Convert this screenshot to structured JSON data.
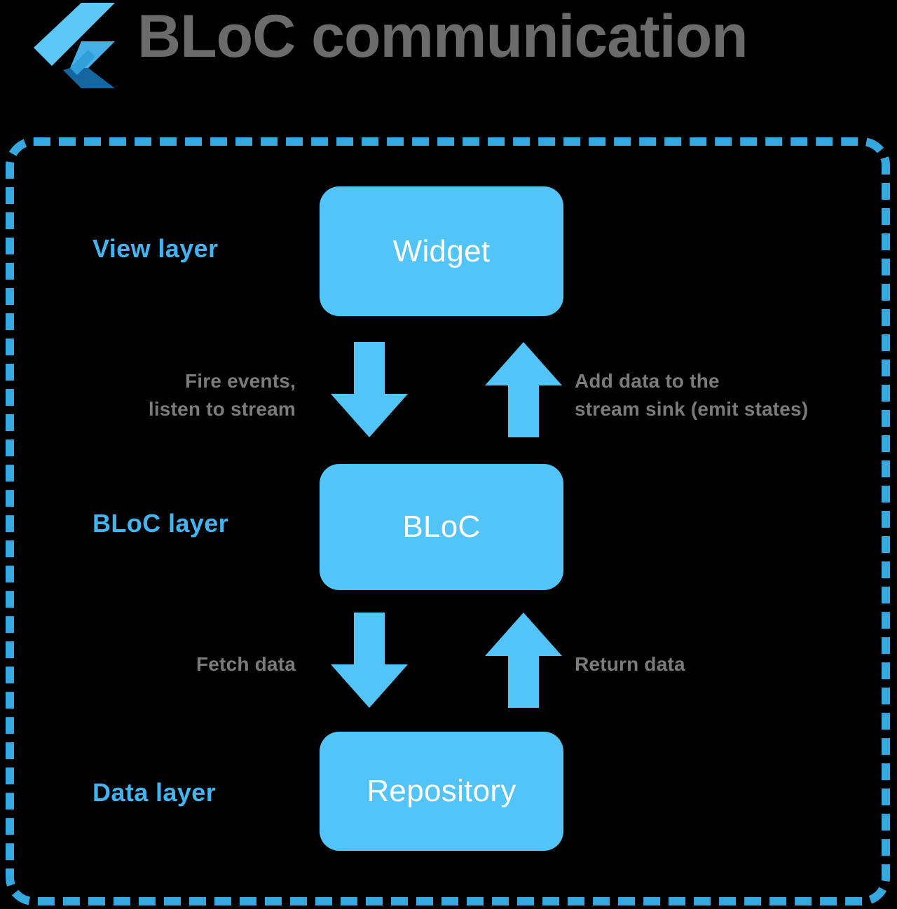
{
  "header": {
    "title": "BLoC communication",
    "logo": "flutter-logo"
  },
  "colors": {
    "accent_blue": "#52C4F7",
    "frame_border": "#35A8E0",
    "layer_label": "#42B4F0",
    "title_gray": "#6b6b6b",
    "arrow_label_gray": "#7b7b7b",
    "background": "#000000"
  },
  "diagram": {
    "layers": [
      {
        "label": "View layer",
        "node": "Widget"
      },
      {
        "label": "BLoC layer",
        "node": "BLoC"
      },
      {
        "label": "Data layer",
        "node": "Repository"
      }
    ],
    "connections": [
      {
        "from": "Widget",
        "to": "BLoC",
        "direction": "down",
        "label": "Fire events,\nlisten to stream",
        "side": "left"
      },
      {
        "from": "BLoC",
        "to": "Widget",
        "direction": "up",
        "label": "Add data to the\nstream sink (emit states)",
        "side": "right"
      },
      {
        "from": "BLoC",
        "to": "Repository",
        "direction": "down",
        "label": "Fetch data",
        "side": "left"
      },
      {
        "from": "Repository",
        "to": "BLoC",
        "direction": "up",
        "label": "Return data",
        "side": "right"
      }
    ]
  }
}
